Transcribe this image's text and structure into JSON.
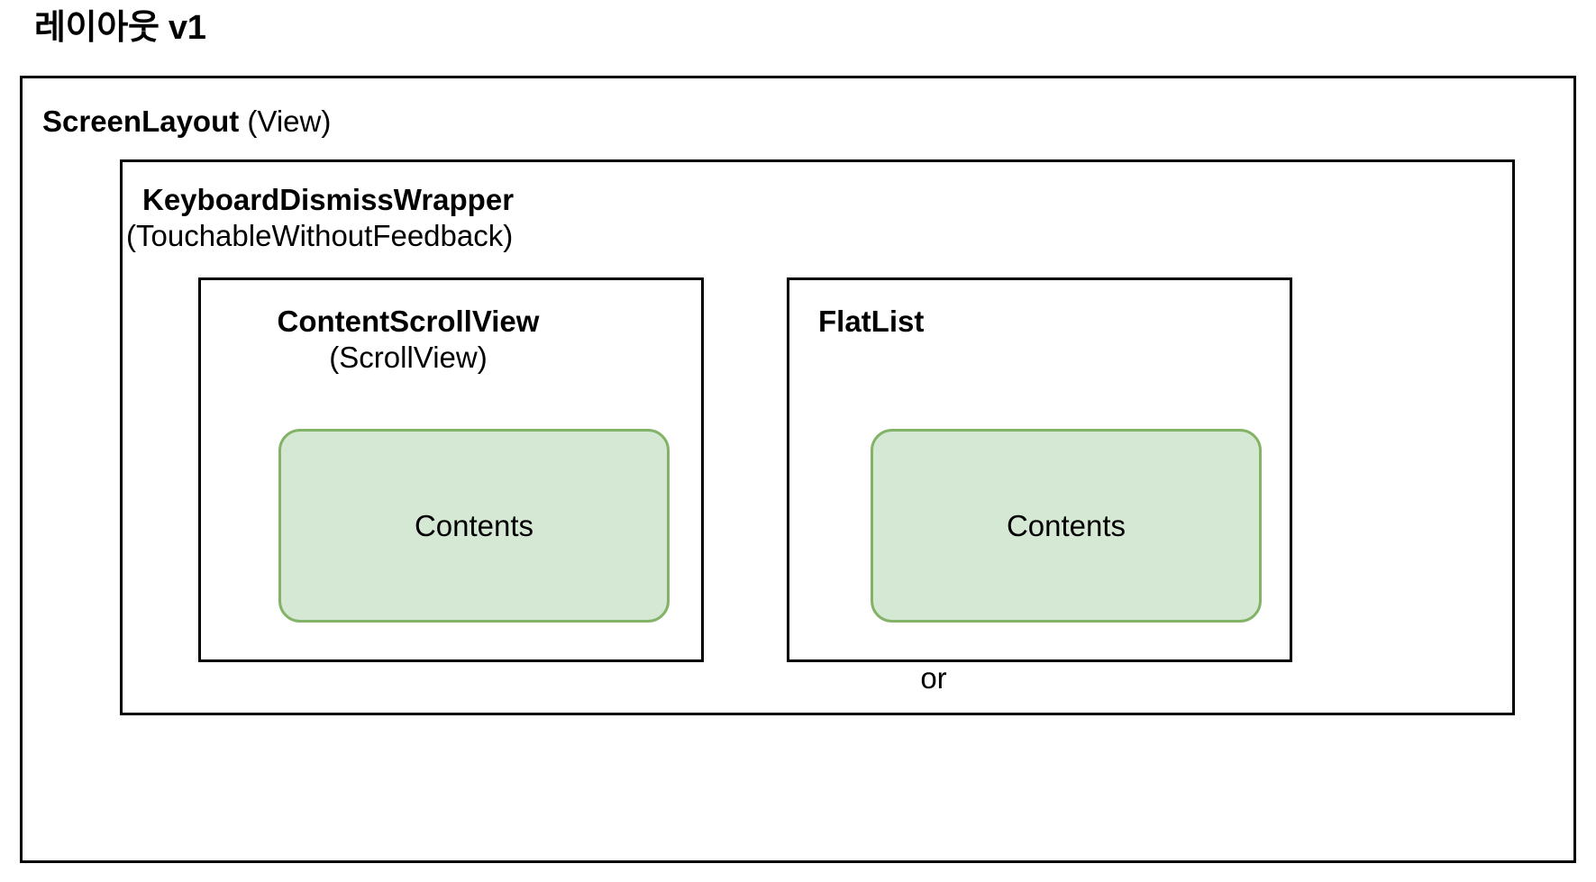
{
  "diagram": {
    "title": "레이아웃 v1",
    "type": "nested-box-hierarchy",
    "palette": {
      "background": "#ffffff",
      "node_border": "#000000",
      "node_fill": "#ffffff",
      "contents_fill": "#d5e8d4",
      "contents_border": "#82b366",
      "text": "#000000"
    },
    "nodes": {
      "screen_layout": {
        "name_bold": "ScreenLayout",
        "name_plain": " (View)"
      },
      "keyboard_dismiss_wrapper": {
        "name_bold": "KeyboardDismissWrapper",
        "name_plain": "(TouchableWithoutFeedback)"
      },
      "content_scroll_view": {
        "name_bold": "ContentScrollView",
        "name_plain": "(ScrollView)"
      },
      "flat_list": {
        "name_bold": "FlatList",
        "name_plain": ""
      },
      "contents_left": {
        "label": "Contents"
      },
      "contents_right": {
        "label": "Contents"
      }
    },
    "connector": {
      "or_label": "or"
    }
  }
}
